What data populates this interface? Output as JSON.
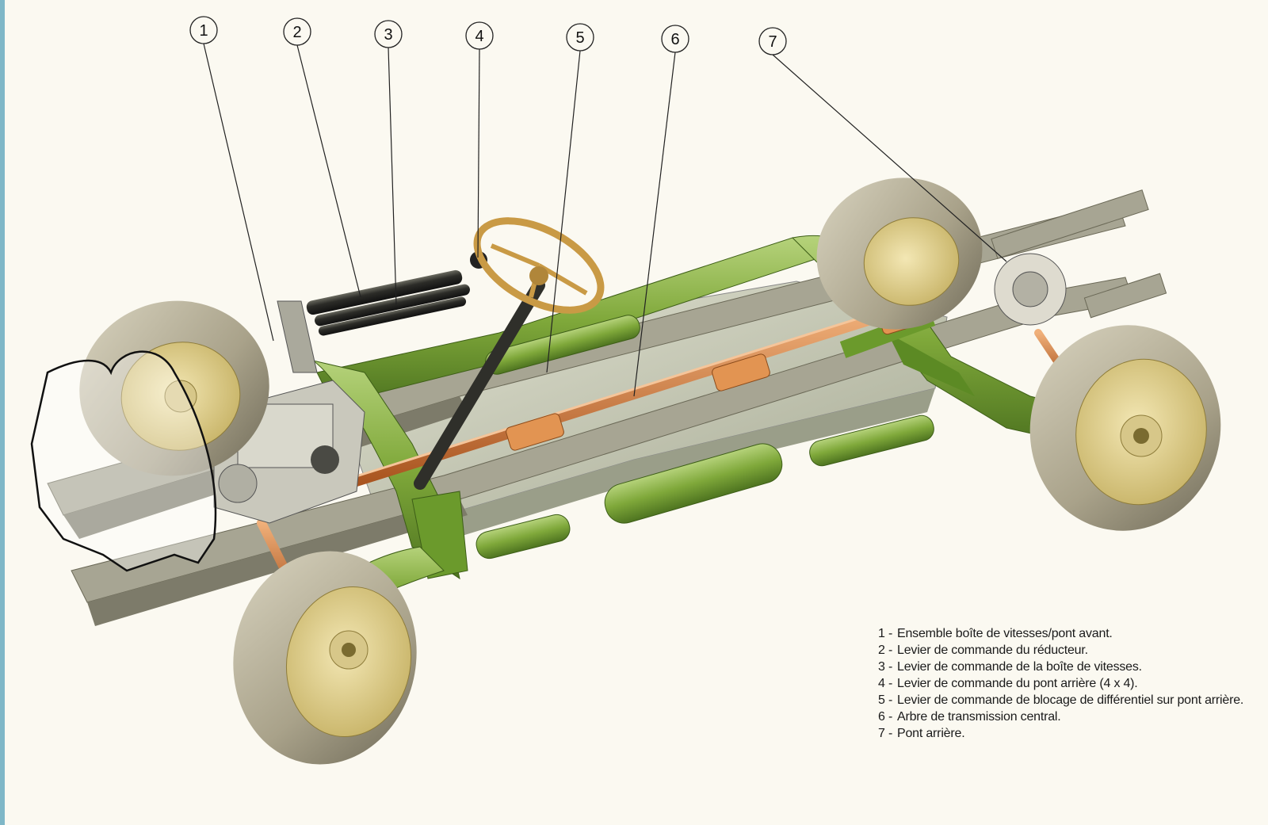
{
  "callouts": [
    {
      "num": "1"
    },
    {
      "num": "2"
    },
    {
      "num": "3"
    },
    {
      "num": "4"
    },
    {
      "num": "5"
    },
    {
      "num": "6"
    },
    {
      "num": "7"
    }
  ],
  "legend": [
    {
      "num": "1 -",
      "text": "Ensemble boîte de vitesses/pont avant."
    },
    {
      "num": "2 -",
      "text": "Levier de commande du réducteur."
    },
    {
      "num": "3 -",
      "text": "Levier de commande de la boîte de vitesses."
    },
    {
      "num": "4 -",
      "text": "Levier de commande du pont arrière (4 x 4)."
    },
    {
      "num": "5 -",
      "text": "Levier de commande de blocage de différentiel sur pont arrière."
    },
    {
      "num": "6 -",
      "text": "Arbre de transmission central."
    },
    {
      "num": "7 -",
      "text": "Pont arrière."
    }
  ],
  "colors": {
    "frame_green": "#7fa83a",
    "frame_dark": "#4e7420",
    "tire": "#b9b39e",
    "rim": "#e0cf8a",
    "shaft": "#d07a3a",
    "steering_wheel": "#c99a45",
    "floor": "#c3c5b1"
  }
}
